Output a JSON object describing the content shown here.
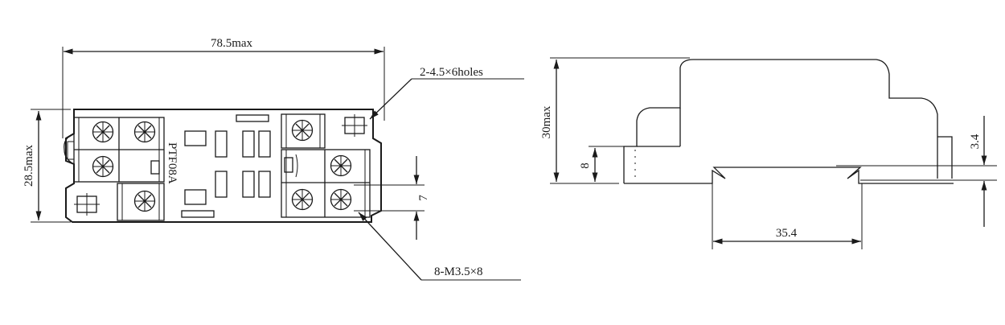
{
  "labels": {
    "width_dim": "78.5max",
    "height_dim": "28.5max",
    "holes": "2-4.5×6holes",
    "screws": "8-M3.5×8",
    "model": "PTF08A",
    "pitch_dim": "7",
    "side_height_dim": "30max",
    "side_8_dim": "8",
    "rail_dim": "35.4",
    "rail_thick_dim": "3.4"
  },
  "colors": {
    "stroke": "#1a1a1a",
    "background": "#ffffff"
  }
}
